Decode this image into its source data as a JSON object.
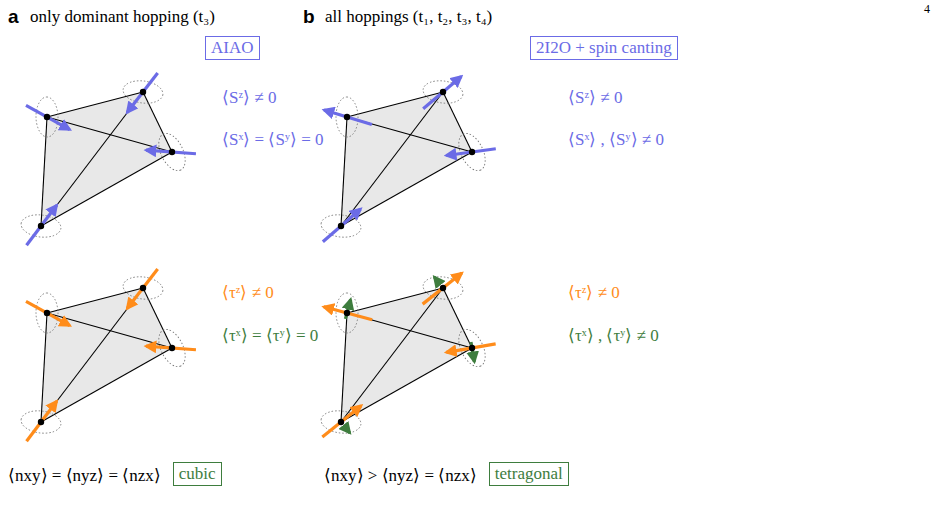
{
  "diagram": {
    "nodes": [
      {
        "text": [
          "AIAO"
        ]
      },
      {
        "text": [
          "2I2O + spin canting"
        ]
      },
      {
        "text": [
          "cubic"
        ]
      },
      {
        "text": [
          "tetragonal"
        ]
      }
    ],
    "labels": [
      "4",
      "a",
      "only dominant hopping (t₃)",
      "b",
      "all hoppings (t₁, t₂, t₃, t₄)",
      "⟨Sᶻ⟩ ≠ 0",
      "⟨Sˣ⟩ = ⟨Sʸ⟩ = 0",
      "⟨τᶻ⟩ ≠ 0",
      "⟨τˣ⟩ = ⟨τʸ⟩ = 0",
      "⟨Sᶻ⟩ ≠ 0",
      "⟨Sˣ⟩ , ⟨Sʸ⟩ ≠ 0",
      "⟨τᶻ⟩ ≠ 0",
      "⟨τˣ⟩ , ⟨τʸ⟩ ≠ 0",
      "⟨nxy⟩ = ⟨nyz⟩ = ⟨nzx⟩",
      "⟨nxy⟩ > ⟨nyz⟩ = ⟨nzx⟩"
    ]
  }
}
